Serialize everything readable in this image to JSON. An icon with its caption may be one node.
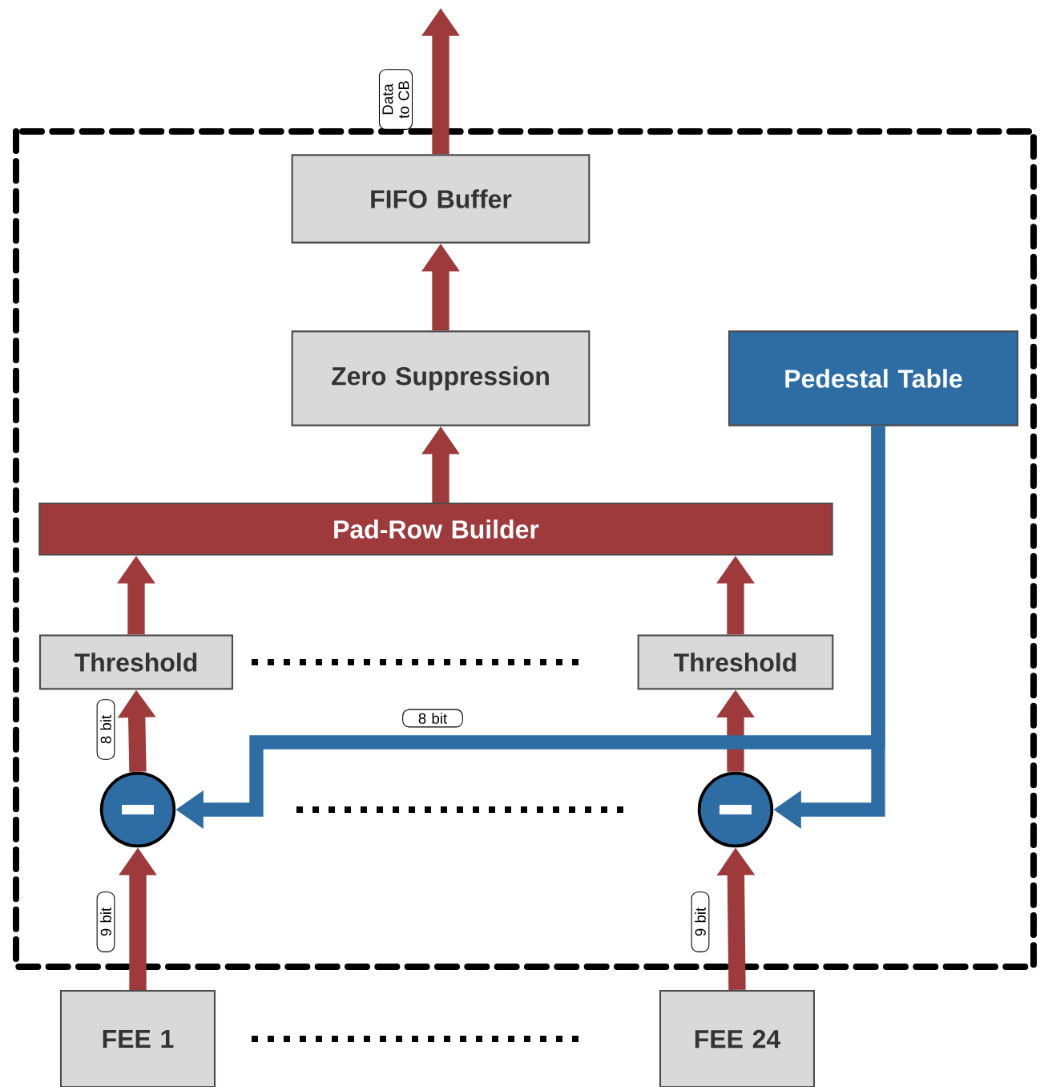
{
  "diagram": {
    "nodes": [
      {
        "text": [
          "FIFO Buffer"
        ]
      },
      {
        "text": [
          "Zero Suppression"
        ]
      },
      {
        "text": [
          "Pedestal Table"
        ]
      },
      {
        "text": [
          "Pad-Row Builder"
        ]
      },
      {
        "text": [
          "Threshold"
        ]
      },
      {
        "text": [
          "Threshold"
        ]
      },
      {
        "text": [],
        "shape": "circle"
      },
      {
        "text": [],
        "shape": "circle"
      },
      {
        "text": [
          "FEE 1"
        ]
      },
      {
        "text": [
          "FEE 24"
        ]
      }
    ],
    "edges": [
      {
        "from": 0,
        "to": null,
        "arrow": "to",
        "label": "Data to CB"
      },
      {
        "from": 1,
        "to": 0,
        "arrow": "to"
      },
      {
        "from": 3,
        "to": 1,
        "arrow": "to"
      },
      {
        "from": 4,
        "to": 3,
        "arrow": "to"
      },
      {
        "from": 5,
        "to": 3,
        "arrow": "to"
      },
      {
        "from": 6,
        "to": 4,
        "arrow": "to",
        "label": "8 bit"
      },
      {
        "from": 7,
        "to": 5,
        "arrow": "to"
      },
      {
        "from": 8,
        "to": 6,
        "arrow": "to",
        "label": "9 bit"
      },
      {
        "from": 9,
        "to": 7,
        "arrow": "to",
        "label": "9 bit"
      },
      {
        "from": 2,
        "to": 6,
        "arrow": "to",
        "label": "8 bit",
        "color": "#2e6da4"
      },
      {
        "from": 2,
        "to": 7,
        "arrow": "to",
        "color": "#2e6da4"
      }
    ]
  }
}
